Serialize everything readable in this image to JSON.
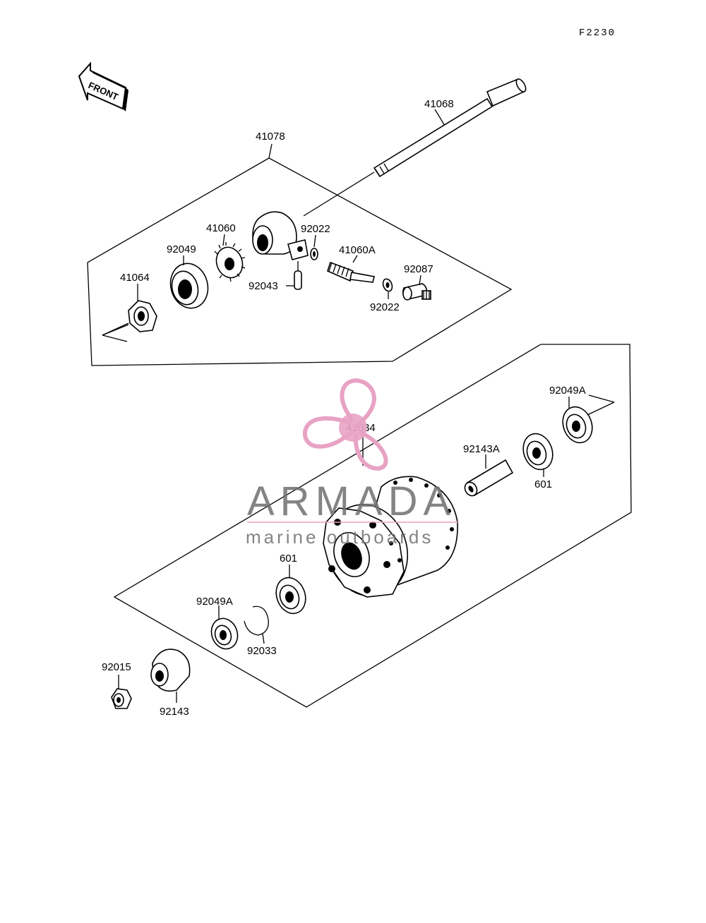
{
  "diagram_code": "F2230",
  "front_label": "FRONT",
  "parts": {
    "p41068": "41068",
    "p41078": "41078",
    "p41060": "41060",
    "p92022_top": "92022",
    "p92049": "92049",
    "p41060A": "41060A",
    "p92087": "92087",
    "p41064": "41064",
    "p92043": "92043",
    "p92022_bottom": "92022",
    "p92049A_right": "92049A",
    "p41034": "41034",
    "p92143A": "92143A",
    "p601_right": "601",
    "p601_left": "601",
    "p92049A_left": "92049A",
    "p92033": "92033",
    "p92015": "92015",
    "p92143": "92143"
  },
  "watermark": {
    "name": "ARMADA",
    "tagline": "marine outboards",
    "logo_color": "#e8a3c4"
  }
}
